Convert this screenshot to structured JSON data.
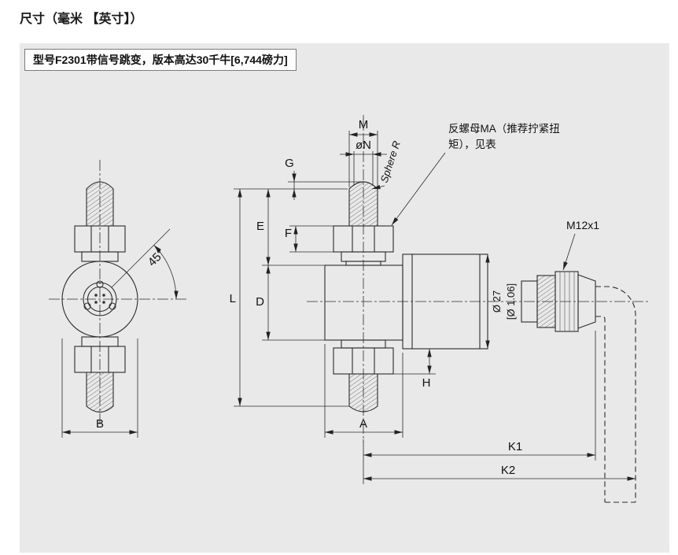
{
  "page": {
    "title": "尺寸（毫米 【英寸】）"
  },
  "panel": {
    "model_note": "型号F2301带信号跳变，版本高达30千牛[6,744磅力]"
  },
  "drawing": {
    "dims": {
      "M": "M",
      "N": "øN",
      "G": "G",
      "E": "E",
      "F": "F",
      "D": "D",
      "L": "L",
      "H": "H",
      "A": "A",
      "B": "B",
      "K1": "K1",
      "K2": "K2",
      "dia_mm": "Ø 27",
      "dia_in": "[Ø 1.06]",
      "angle": "45°"
    },
    "notes": {
      "sphere": "Sphere R",
      "m12": "M12x1",
      "locknut_line1": "反螺母MA（推荐拧紧扭",
      "locknut_line2": "矩），见表"
    }
  }
}
